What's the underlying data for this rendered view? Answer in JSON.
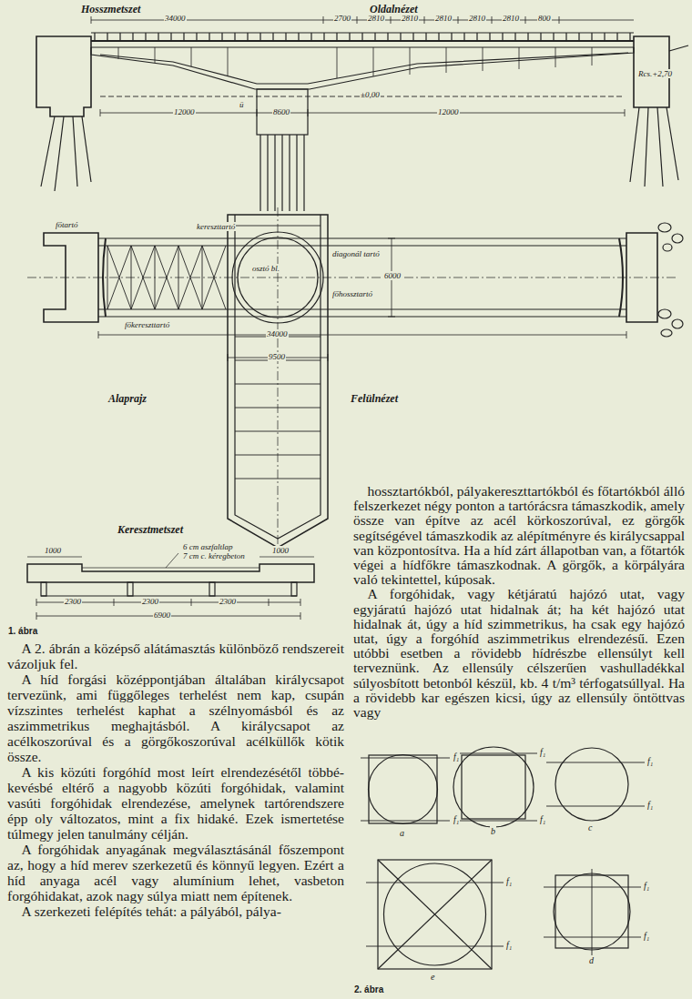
{
  "diagram": {
    "labels": [
      "Hosszmetszet",
      "Oldalnézet",
      "34000",
      "2700",
      "2810",
      "2810",
      "2810",
      "2810",
      "2810",
      "800",
      "Rcs.+2,70",
      "ü",
      "±0,00",
      "12000",
      "8600",
      "12000",
      "főtartó",
      "kereszttartó",
      "osztó bl.",
      "diagonál tartó",
      "főhossztartó",
      "főkereszttartó",
      "6000",
      "34000",
      "9500",
      "Alaprajz",
      "Felülnézet",
      "Keresztmetszet",
      "6 cm aszfaltlap",
      "7 cm c. kéregbeton",
      "2300",
      "2300",
      "2300",
      "6900",
      "1. ábra",
      "A 2. ábrán a középső alátámasztás különböző rendszereit vázoljuk fel.",
      "A híd forgási középpontjában általában királycsapot tervezünk, ami függőleges terhelést nem kap, csupán vízszintes terhelést kaphat a szélnyomásból és az aszimmetrikus meghajtásból. A királycsapot az acélkoszorúval és a görgőkoszorúval acélküllők kötik össze.",
      "A kis közúti forgóhíd most leírt elrendezésétől többé-kevésbé eltérő a nagyobb közúti forgóhidak, valamint vasúti forgóhidak elrendezése, amelynek tartórendszere épp oly változatos, mint a fix hidaké. Ezek ismertetése túlmegy jelen tanulmány célján.",
      "A forgóhidak anyagának megválasztásánál főszempont az, hogy a híd merev szerkezetű és könnyű legyen. Ezért a híd anyaga acél vagy alumínium lehet, vasbeton forgóhidakat, azok nagy súlya miatt nem építenek.",
      "A szerkezeti felépítés tehát: a pályából, pálya-",
      "hossztartókból, pályakereszttartókból és főtartókból álló felszerkezet négy ponton a tartórácsra támaszkodik, amely össze van építve az acél körkoszorúval, ez görgők segítségével támaszkodik az alépítményre és királycsappal van központosítva. Ha a híd zárt állapotban van, a főtartók végei a hídfőkre támaszkodnak. A görgők, a körpályára való tekintettel, kúposak.",
      "A forgóhidak, vagy kétjáratú hajózó utat, vagy egyjáratú hajózó utat hidalnak át; ha két hajózó utat hidalnak át, úgy a híd szimmetrikus, ha csak egy hajózó utat, úgy a forgóhíd aszimmetrikus elrendezésű. Ezen utóbbi esetben a rövidebb hídrészbe ellensúlyt kell terveznünk. Az ellensúly célszerűen vashulladékkal súlyosbított betonból készül, kb. 4 t/m³ térfogatsúllyal. Ha a rövidebb kar egészen kicsi, úgy az ellensúly öntöttvas vagy",
      "a",
      "b",
      "c",
      "e",
      "d",
      "2. ábra",
      "f₁",
      "f₁",
      "f₁",
      "f₁",
      "f₁",
      "f₁",
      "f₁",
      "f₁",
      "f₁",
      "f₁",
      "1000",
      "1000"
    ]
  }
}
